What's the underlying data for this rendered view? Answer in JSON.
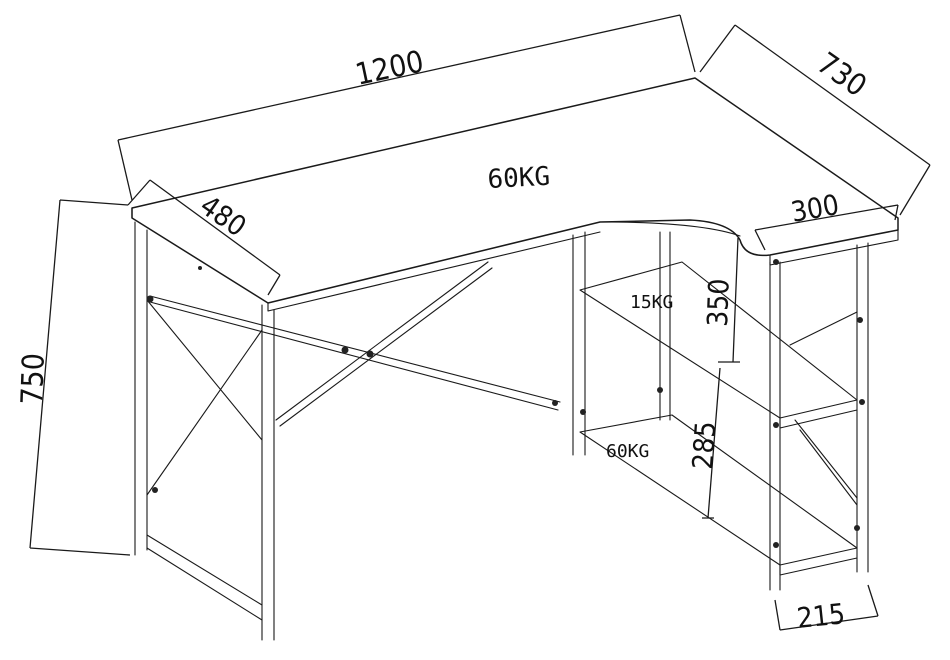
{
  "dimensions": {
    "total_width": "1200",
    "total_depth": "730",
    "desk_depth": "480",
    "shelf_width": "300",
    "height": "750",
    "shelf_gap_upper": "350",
    "shelf_gap_lower": "285",
    "shelf_depth": "215"
  },
  "loads": {
    "desktop": "60KG",
    "upper_shelf": "15KG",
    "lower_shelf": "60KG"
  },
  "colors": {
    "line": "#1a1a1a",
    "background": "#ffffff"
  }
}
